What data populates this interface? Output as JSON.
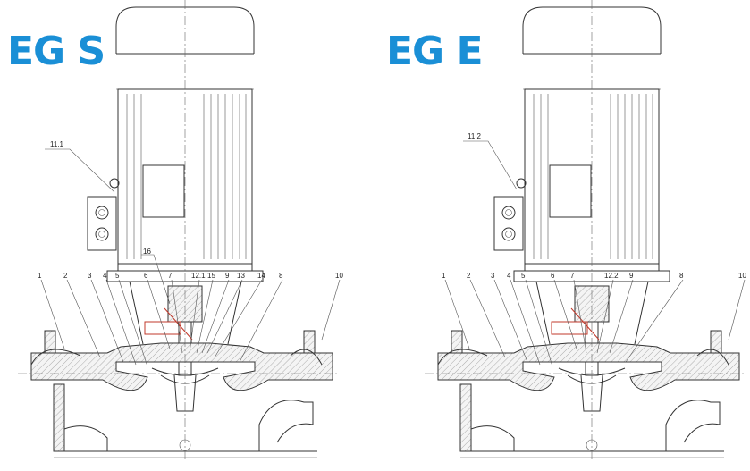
{
  "titles": {
    "left": "EG S",
    "right": "EG E"
  },
  "colors": {
    "title": "#1a8fd6",
    "line": "#333333",
    "accent": "#c0392b"
  },
  "left_callouts": {
    "c11_1": "11.1",
    "c1": "1",
    "c2": "2",
    "c3": "3",
    "c4": "4",
    "c5": "5",
    "c16": "16",
    "c6": "6",
    "c7": "7",
    "c12_1": "12.1",
    "c15": "15",
    "c9": "9",
    "c13": "13",
    "c14": "14",
    "c8": "8",
    "c10": "10"
  },
  "right_callouts": {
    "c11_2": "11.2",
    "c1": "1",
    "c2": "2",
    "c3": "3",
    "c4": "4",
    "c5": "5",
    "c6": "6",
    "c7": "7",
    "c12_2": "12.2",
    "c9": "9",
    "c8": "8",
    "c10": "10"
  }
}
